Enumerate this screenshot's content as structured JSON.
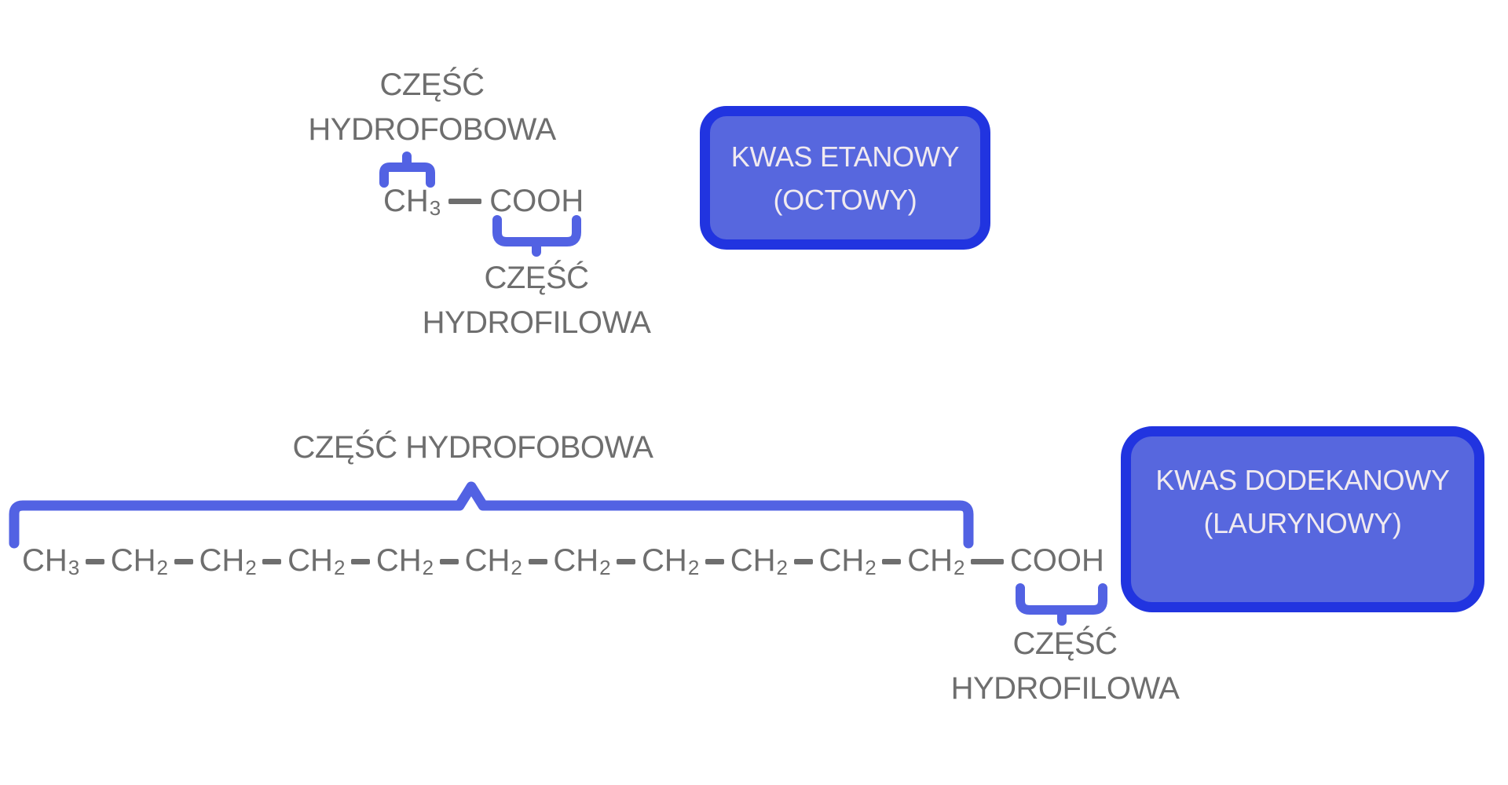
{
  "colors": {
    "background": "#ffffff",
    "text_gray": "#6e6e6e",
    "brace_blue": "#5262e3",
    "box_border": "#2134e0",
    "box_fill": "#5767de",
    "box_text": "#f0eaf0"
  },
  "top_diagram": {
    "hydrophobic_label": {
      "line1": "CZĘŚĆ",
      "line2": "HYDROFOBOWA"
    },
    "formula": {
      "methyl_base": "CH",
      "methyl_sub": "3",
      "carboxyl": "COOH"
    },
    "hydrophilic_label": {
      "line1": "CZĘŚĆ",
      "line2": "HYDROFILOWA"
    },
    "acid_box": {
      "line1": "KWAS ETANOWY",
      "line2": "(OCTOWY)"
    }
  },
  "bottom_diagram": {
    "hydrophobic_label": "CZĘŚĆ HYDROFOBOWA",
    "chain": [
      {
        "base": "CH",
        "sub": "3",
        "dash_after": "short"
      },
      {
        "base": "CH",
        "sub": "2",
        "dash_after": "short"
      },
      {
        "base": "CH",
        "sub": "2",
        "dash_after": "short"
      },
      {
        "base": "CH",
        "sub": "2",
        "dash_after": "short"
      },
      {
        "base": "CH",
        "sub": "2",
        "dash_after": "short"
      },
      {
        "base": "CH",
        "sub": "2",
        "dash_after": "short"
      },
      {
        "base": "CH",
        "sub": "2",
        "dash_after": "short"
      },
      {
        "base": "CH",
        "sub": "2",
        "dash_after": "short"
      },
      {
        "base": "CH",
        "sub": "2",
        "dash_after": "short"
      },
      {
        "base": "CH",
        "sub": "2",
        "dash_after": "short"
      },
      {
        "base": "CH",
        "sub": "2",
        "dash_after": "long"
      },
      {
        "base": "COOH",
        "sub": "",
        "dash_after": "none"
      }
    ],
    "hydrophilic_label": {
      "line1": "CZĘŚĆ",
      "line2": "HYDROFILOWA"
    },
    "acid_box": {
      "line1": "KWAS DODEKANOWY",
      "line2": "(LAURYNOWY)"
    }
  }
}
